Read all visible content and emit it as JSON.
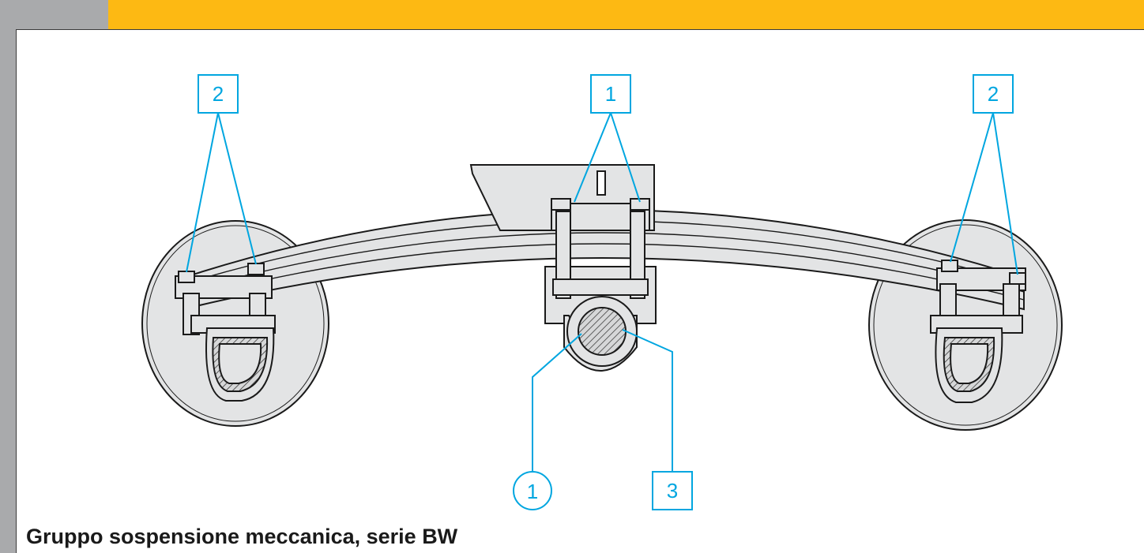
{
  "caption": "Gruppo sospensione meccanica, serie BW",
  "callouts": {
    "top_left": "2",
    "top_center": "1",
    "top_right": "2",
    "bottom_circle": "1",
    "bottom_square": "3"
  },
  "colors": {
    "accent_band": "#fdb913",
    "side_strip": "#a9aaac",
    "callout": "#00a6e0",
    "part_fill": "#e3e4e5",
    "outline": "#1a1a1a"
  }
}
